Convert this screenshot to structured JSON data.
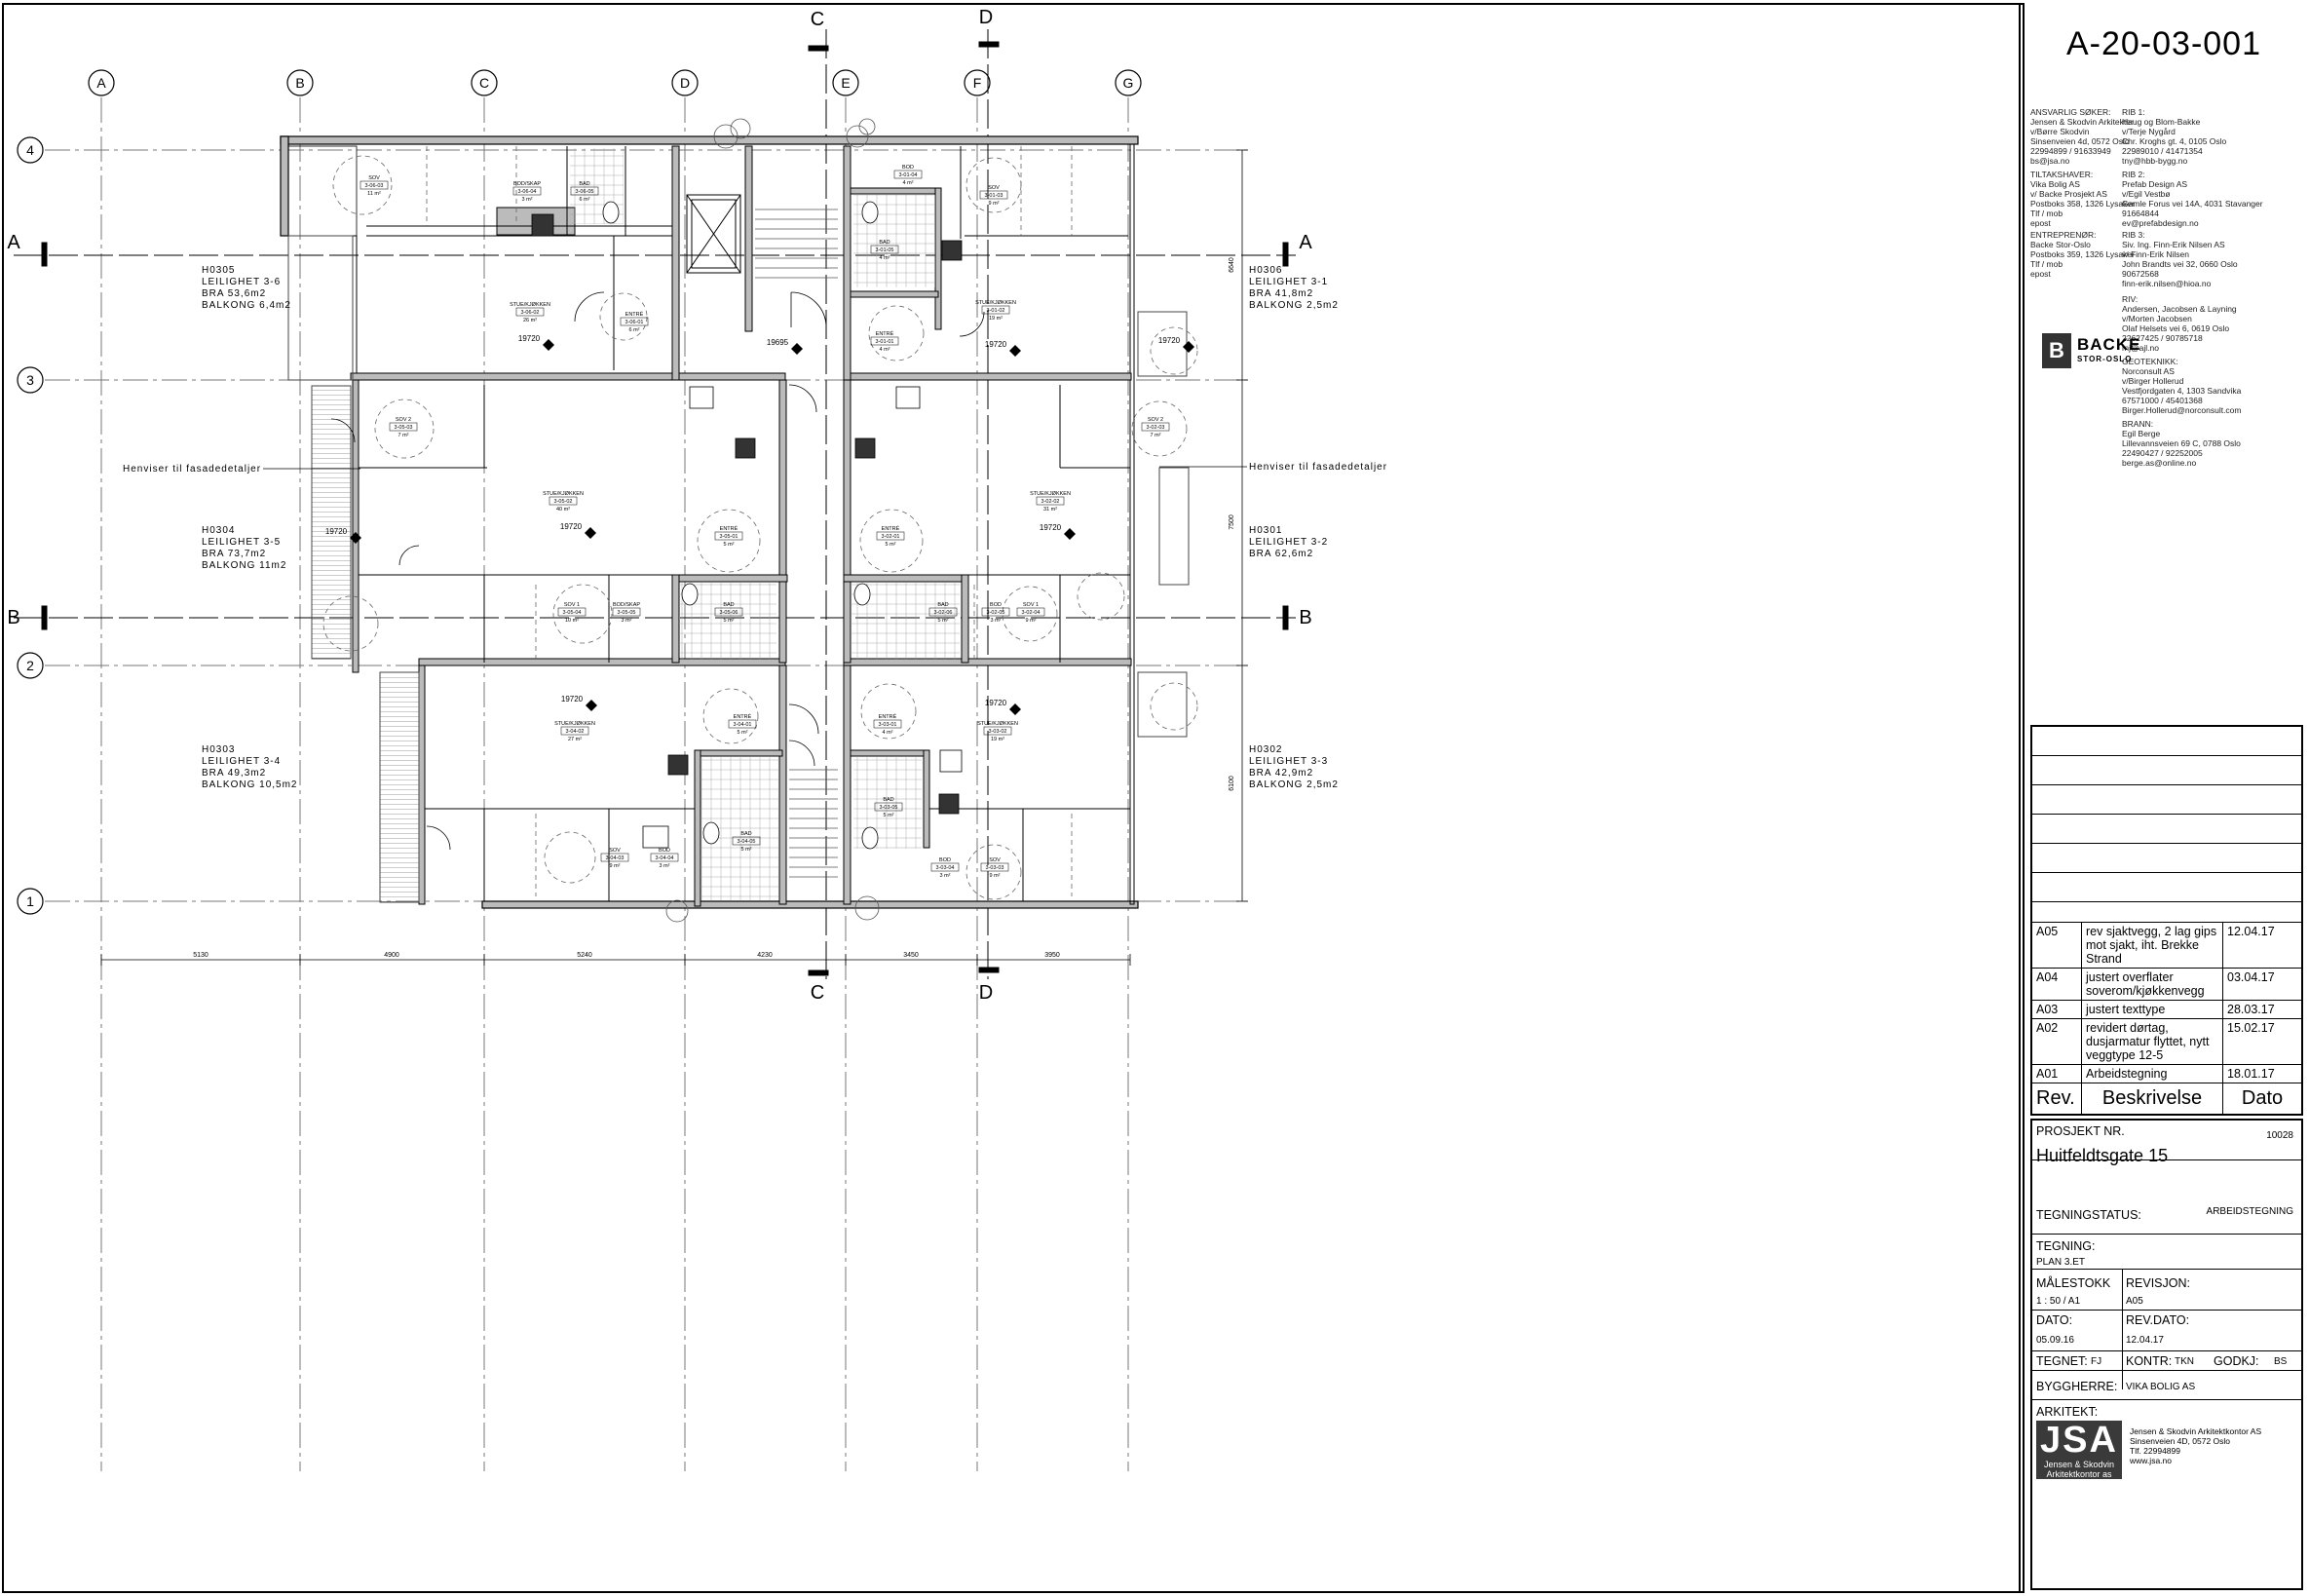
{
  "sheet_number": "A-20-03-001",
  "grid": {
    "columns": [
      "A",
      "B",
      "C",
      "D",
      "E",
      "F",
      "G"
    ],
    "rows": [
      "4",
      "3",
      "2",
      "1"
    ],
    "section_marks": [
      "A",
      "B",
      "C",
      "D"
    ]
  },
  "dimensions_bottom": [
    "5130",
    "4900",
    "5240",
    "4230",
    "3450",
    "3950"
  ],
  "dimensions_right": [
    "6640",
    "7500",
    "6100"
  ],
  "facade_note": "Henviser til fasadedetaljer",
  "apartments": [
    {
      "code": "H0305",
      "name": "LEILIGHET 3-6",
      "area": "BRA 53,6m2",
      "balcony": "BALKONG 6,4m2"
    },
    {
      "code": "H0304",
      "name": "LEILIGHET 3-5",
      "area": "BRA 73,7m2",
      "balcony": "BALKONG 11m2"
    },
    {
      "code": "H0303",
      "name": "LEILIGHET 3-4",
      "area": "BRA 49,3m2",
      "balcony": "BALKONG 10,5m2"
    },
    {
      "code": "H0306",
      "name": "LEILIGHET 3-1",
      "area": "BRA 41,8m2",
      "balcony": "BALKONG 2,5m2"
    },
    {
      "code": "H0301",
      "name": "LEILIGHET 3-2",
      "area": "BRA 62,6m2",
      "balcony": ""
    },
    {
      "code": "H0302",
      "name": "LEILIGHET 3-3",
      "area": "BRA 42,9m2",
      "balcony": "BALKONG 2,5m2"
    }
  ],
  "rooms": [
    {
      "name": "SOV",
      "id": "3-06-03",
      "area": "11 m²"
    },
    {
      "name": "BOD/SKAP",
      "id": "3-06-04",
      "area": "3 m²"
    },
    {
      "name": "BAD",
      "id": "3-06-05",
      "area": "6 m²"
    },
    {
      "name": "STUE/KJØKKEN",
      "id": "3-06-02",
      "area": "26 m²"
    },
    {
      "name": "ENTRÉ",
      "id": "3-06-01",
      "area": "6 m²"
    },
    {
      "name": "SOV 2",
      "id": "3-05-03",
      "area": "7 m²"
    },
    {
      "name": "STUE/KJØKKEN",
      "id": "3-05-02",
      "area": "40 m²"
    },
    {
      "name": "ENTRÉ",
      "id": "3-05-01",
      "area": "5 m²"
    },
    {
      "name": "SOV 1",
      "id": "3-05-04",
      "area": "10 m²"
    },
    {
      "name": "BOD/SKAP",
      "id": "3-05-05",
      "area": "3 m²"
    },
    {
      "name": "BAD",
      "id": "3-05-06",
      "area": "5 m²"
    },
    {
      "name": "STUE/KJØKKEN",
      "id": "3-04-02",
      "area": "27 m²"
    },
    {
      "name": "ENTRÉ",
      "id": "3-04-01",
      "area": "5 m²"
    },
    {
      "name": "SOV",
      "id": "3-04-03",
      "area": "9 m²"
    },
    {
      "name": "BOD",
      "id": "3-04-04",
      "area": "3 m²"
    },
    {
      "name": "BAD",
      "id": "3-04-05",
      "area": "5 m²"
    },
    {
      "name": "ENTRÉ",
      "id": "3-01-01",
      "area": "4 m²"
    },
    {
      "name": "BAD",
      "id": "3-01-05",
      "area": "4 m²"
    },
    {
      "name": "STUE/KJØKKEN",
      "id": "3-01-02",
      "area": "19 m²"
    },
    {
      "name": "SOV",
      "id": "3-01-03",
      "area": "9 m²"
    },
    {
      "name": "BOD",
      "id": "3-01-04",
      "area": "4 m²"
    },
    {
      "name": "SOV 2",
      "id": "3-02-03",
      "area": "7 m²"
    },
    {
      "name": "STUE/KJØKKEN",
      "id": "3-02-02",
      "area": "31 m²"
    },
    {
      "name": "ENTRÉ",
      "id": "3-02-01",
      "area": "5 m²"
    },
    {
      "name": "BAD",
      "id": "3-02-06",
      "area": "5 m²"
    },
    {
      "name": "BOD",
      "id": "3-02-05",
      "area": "3 m²"
    },
    {
      "name": "SOV 1",
      "id": "3-02-04",
      "area": "9 m²"
    },
    {
      "name": "ENTRÉ",
      "id": "3-03-01",
      "area": "4 m²"
    },
    {
      "name": "STUE/KJØKKEN",
      "id": "3-03-02",
      "area": "19 m²"
    },
    {
      "name": "BAD",
      "id": "3-03-05",
      "area": "5 m²"
    },
    {
      "name": "BOD",
      "id": "3-03-04",
      "area": "3 m²"
    },
    {
      "name": "SOV",
      "id": "3-03-03",
      "area": "9 m²"
    }
  ],
  "levels": [
    "19720",
    "19720",
    "19720",
    "19720",
    "19695",
    "19720",
    "19720",
    "19720",
    "19720"
  ],
  "contacts_left": [
    "ANSVARLIG SØKER:\nJensen & Skodvin Arkitekter\nv/Børre Skodvin\nSinsenveien 4d, 0572 Oslo\n22994899 / 91633949\nbs@jsa.no",
    "TILTAKSHAVER:\nVika Bolig AS\nv/ Backe Prosjekt AS\nPostboks 358, 1326 Lysaker\nTlf / mob\nepost",
    "ENTREPRENØR:\nBacke Stor-Oslo\nPostboks 359, 1326 Lysaker\nTlf / mob\nepost"
  ],
  "contacts_right": [
    "RIB 1:\nHaug og Blom-Bakke\nv/Terje Nygård\nChr. Kroghs gt. 4, 0105 Oslo\n22989010 / 41471354\ntny@hbb-bygg.no",
    "RIB 2:\nPrefab Design AS\nv/Egil Vestbø\nGamle Forus vei 14A, 4031 Stavanger\n91664844\nev@prefabdesign.no",
    "RIB 3:\nSiv. Ing. Finn-Erik Nilsen AS\nv/ Finn-Erik Nilsen\nJohn Brandts vei 32, 0660 Oslo\n90672568\nfinn-erik.nilsen@hioa.no",
    "RIV:\nAndersen, Jacobsen & Layning\nv/Morten Jacobsen\nOlaf Helsets vei 6, 0619 Oslo\n22627425 / 90785718\nmj@ajl.no",
    "GEOTEKNIKK:\nNorconsult AS\nv/Birger Hollerud\nVestfjordgaten 4, 1303 Sandvika\n67571000 / 45401368\nBirger.Hollerud@norconsult.com",
    "BRANN:\nEgil Berge\nLillevannsveien 69 C, 0788 Oslo\n22490427 / 92252005\nberge.as@online.no"
  ],
  "logo": {
    "mark": "B",
    "name": "BACKE",
    "sub": "STOR-OSLO"
  },
  "revisions": [
    {
      "rev": "A05",
      "desc": "rev sjaktvegg, 2 lag gips mot sjakt, iht. Brekke Strand",
      "date": "12.04.17"
    },
    {
      "rev": "A04",
      "desc": "justert overflater soverom/kjøkkenvegg",
      "date": "03.04.17"
    },
    {
      "rev": "A03",
      "desc": "justert texttype",
      "date": "28.03.17"
    },
    {
      "rev": "A02",
      "desc": "revidert dørtag, dusjarmatur flyttet, nytt veggtype 12-5",
      "date": "15.02.17"
    },
    {
      "rev": "A01",
      "desc": "Arbeidstegning",
      "date": "18.01.17"
    }
  ],
  "rev_header": {
    "rev": "Rev.",
    "desc": "Beskrivelse",
    "date": "Dato"
  },
  "project": {
    "nr_label": "PROSJEKT NR.",
    "nr": "10028",
    "name": "Huitfeldtsgate 15",
    "status_label": "TEGNINGSTATUS:",
    "status": "ARBEIDSTEGNING",
    "drawing_label": "TEGNING:",
    "drawing": "PLAN 3.ET",
    "scale_label": "MÅLESTOKK",
    "scale": "1 : 50 / A1",
    "revision_label": "REVISJON:",
    "revision": "A05",
    "date_label": "DATO:",
    "date": "05.09.16",
    "revdate_label": "REV.DATO:",
    "revdate": "12.04.17",
    "drawn_label": "TEGNET:",
    "drawn": "FJ",
    "checked_label": "KONTR:",
    "checked": "TKN",
    "approved_label": "GODKJ:",
    "approved": "BS",
    "client_label": "BYGGHERRE:",
    "client": "VIKA BOLIG AS",
    "architect_label": "ARKITEKT:",
    "architect_logo": "JSA",
    "architect_logo_sub": "Jensen & Skodvin Arkitektkontor as",
    "architect_address": "Jensen & Skodvin Arkitektkontor AS\nSinsenveien 4D, 0572 Oslo\nTlf. 22994899\nwww.jsa.no"
  }
}
